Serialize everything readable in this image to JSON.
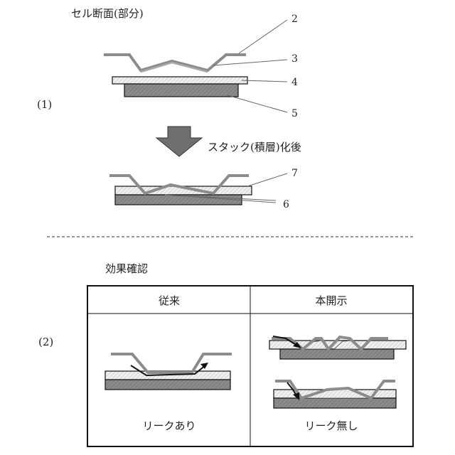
{
  "title": "セル断面(部分)",
  "step1_label": "(1)",
  "step2_label": "(2)",
  "arrow_text": "スタック(積層)化後",
  "callouts": {
    "n2": "2",
    "n3": "3",
    "n4": "4",
    "n5": "5",
    "n7": "7",
    "n6": "6"
  },
  "effect_title": "効果確認",
  "table": {
    "col_left_header": "従来",
    "col_right_header": "本開示",
    "left_caption": "リークあり",
    "right_caption": "リーク無し"
  }
}
